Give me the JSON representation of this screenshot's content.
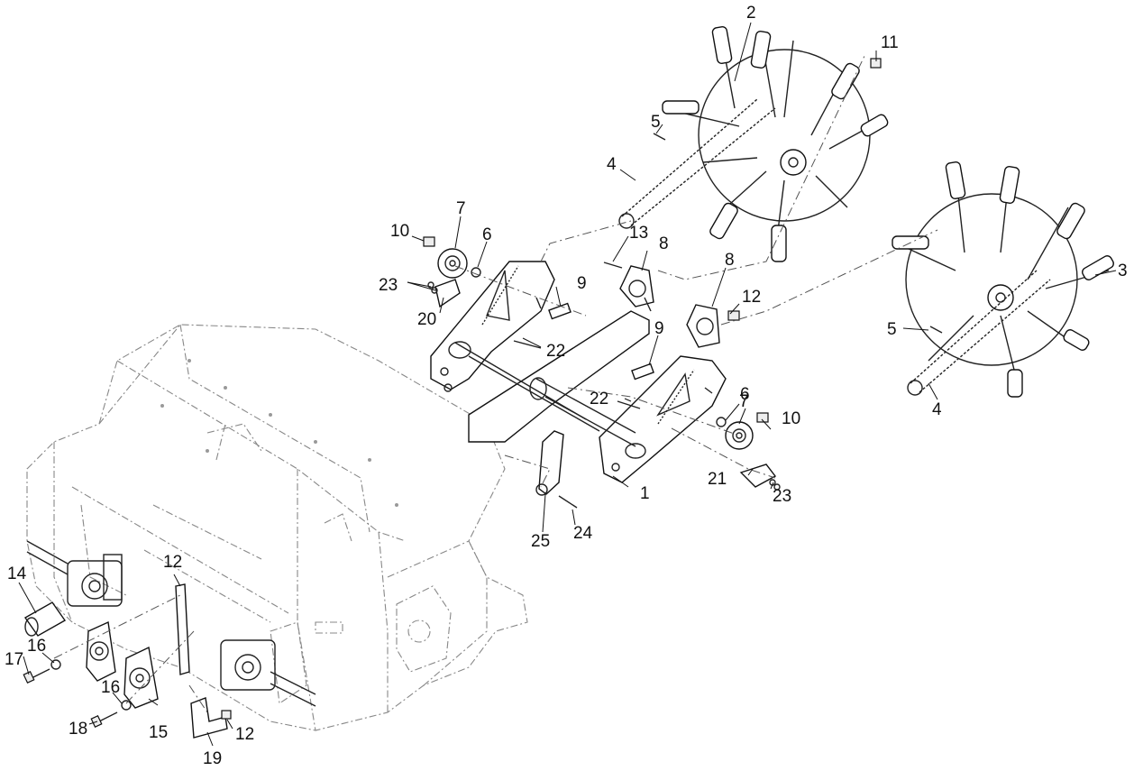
{
  "diagram": {
    "callouts": [
      {
        "id": "c1",
        "text": "1"
      },
      {
        "id": "c2",
        "text": "2"
      },
      {
        "id": "c3",
        "text": "3"
      },
      {
        "id": "c4a",
        "text": "4"
      },
      {
        "id": "c4b",
        "text": "4"
      },
      {
        "id": "c5a",
        "text": "5"
      },
      {
        "id": "c5b",
        "text": "5"
      },
      {
        "id": "c6a",
        "text": "6"
      },
      {
        "id": "c6b",
        "text": "6"
      },
      {
        "id": "c7a",
        "text": "7"
      },
      {
        "id": "c7b",
        "text": "7"
      },
      {
        "id": "c8a",
        "text": "8"
      },
      {
        "id": "c8b",
        "text": "8"
      },
      {
        "id": "c9a",
        "text": "9"
      },
      {
        "id": "c9b",
        "text": "9"
      },
      {
        "id": "c10a",
        "text": "10"
      },
      {
        "id": "c10b",
        "text": "10"
      },
      {
        "id": "c11",
        "text": "11"
      },
      {
        "id": "c12a",
        "text": "12"
      },
      {
        "id": "c12b",
        "text": "12"
      },
      {
        "id": "c12c",
        "text": "12"
      },
      {
        "id": "c13",
        "text": "13"
      },
      {
        "id": "c14",
        "text": "14"
      },
      {
        "id": "c15",
        "text": "15"
      },
      {
        "id": "c16a",
        "text": "16"
      },
      {
        "id": "c16b",
        "text": "16"
      },
      {
        "id": "c17",
        "text": "17"
      },
      {
        "id": "c18",
        "text": "18"
      },
      {
        "id": "c19",
        "text": "19"
      },
      {
        "id": "c20",
        "text": "20"
      },
      {
        "id": "c21",
        "text": "21"
      },
      {
        "id": "c22a",
        "text": "22"
      },
      {
        "id": "c22b",
        "text": "22"
      },
      {
        "id": "c23a",
        "text": "23"
      },
      {
        "id": "c23b",
        "text": "23"
      },
      {
        "id": "c24",
        "text": "24"
      },
      {
        "id": "c25",
        "text": "25"
      }
    ]
  }
}
